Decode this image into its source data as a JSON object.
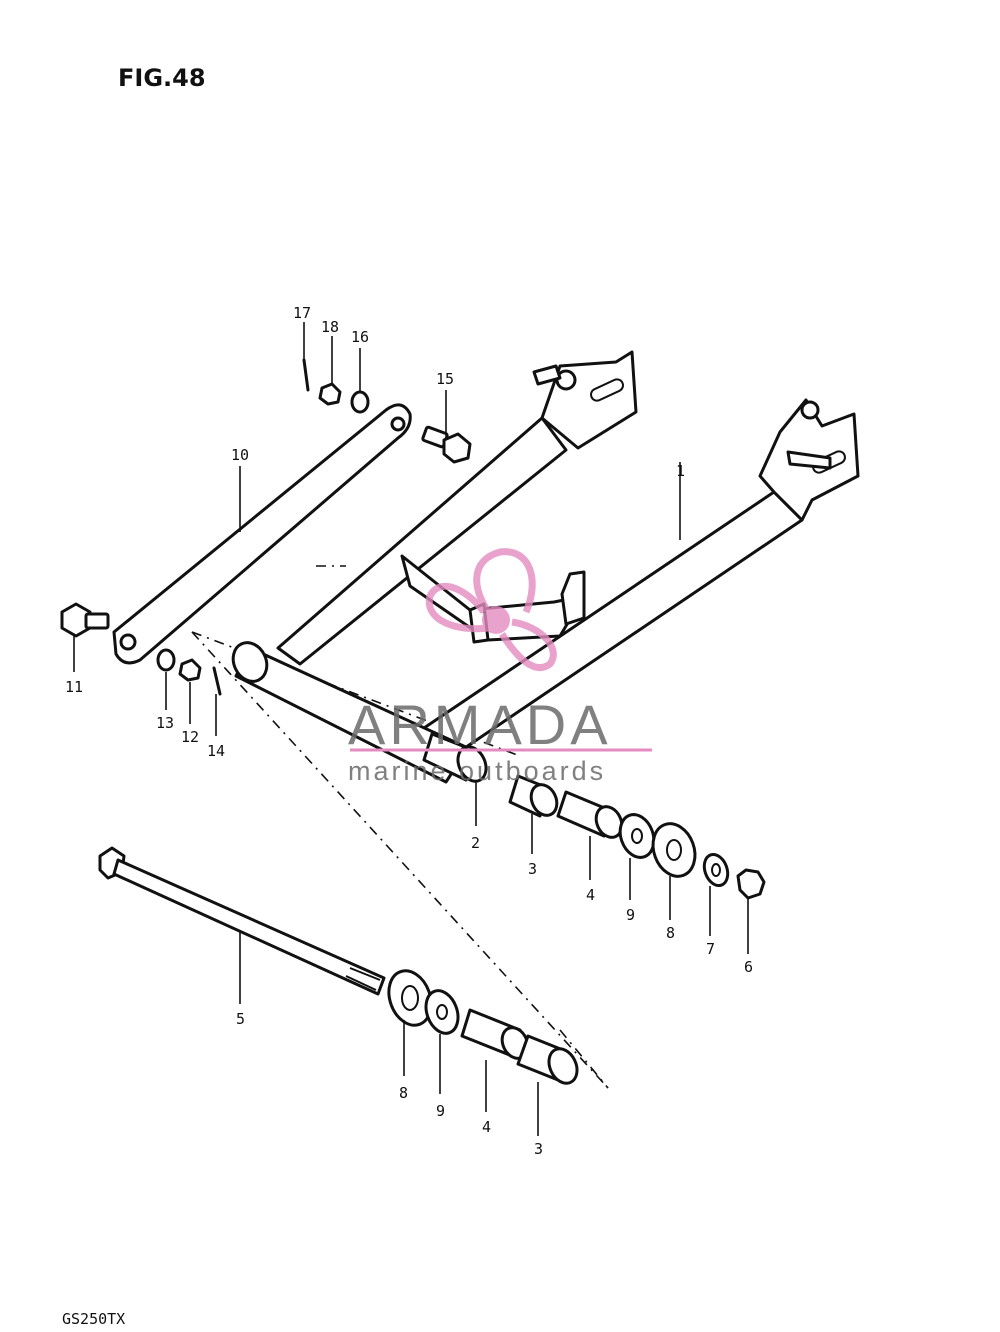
{
  "figure_title": "FIG.48",
  "model_code": "GS250TX",
  "watermark": {
    "brand": "ARMADA",
    "tagline": "marine outboards",
    "accent_color": "#e48cc0",
    "text_color": "#6b6b6b",
    "icon": "propeller-logo"
  },
  "callouts": {
    "c1": "1",
    "c2": "2",
    "c3a": "3",
    "c3b": "3",
    "c4a": "4",
    "c4b": "4",
    "c5": "5",
    "c6": "6",
    "c7": "7",
    "c8a": "8",
    "c8b": "8",
    "c9a": "9",
    "c9b": "9",
    "c10": "10",
    "c11": "11",
    "c12": "12",
    "c13": "13",
    "c14": "14",
    "c15": "15",
    "c16": "16",
    "c17": "17",
    "c18": "18"
  }
}
